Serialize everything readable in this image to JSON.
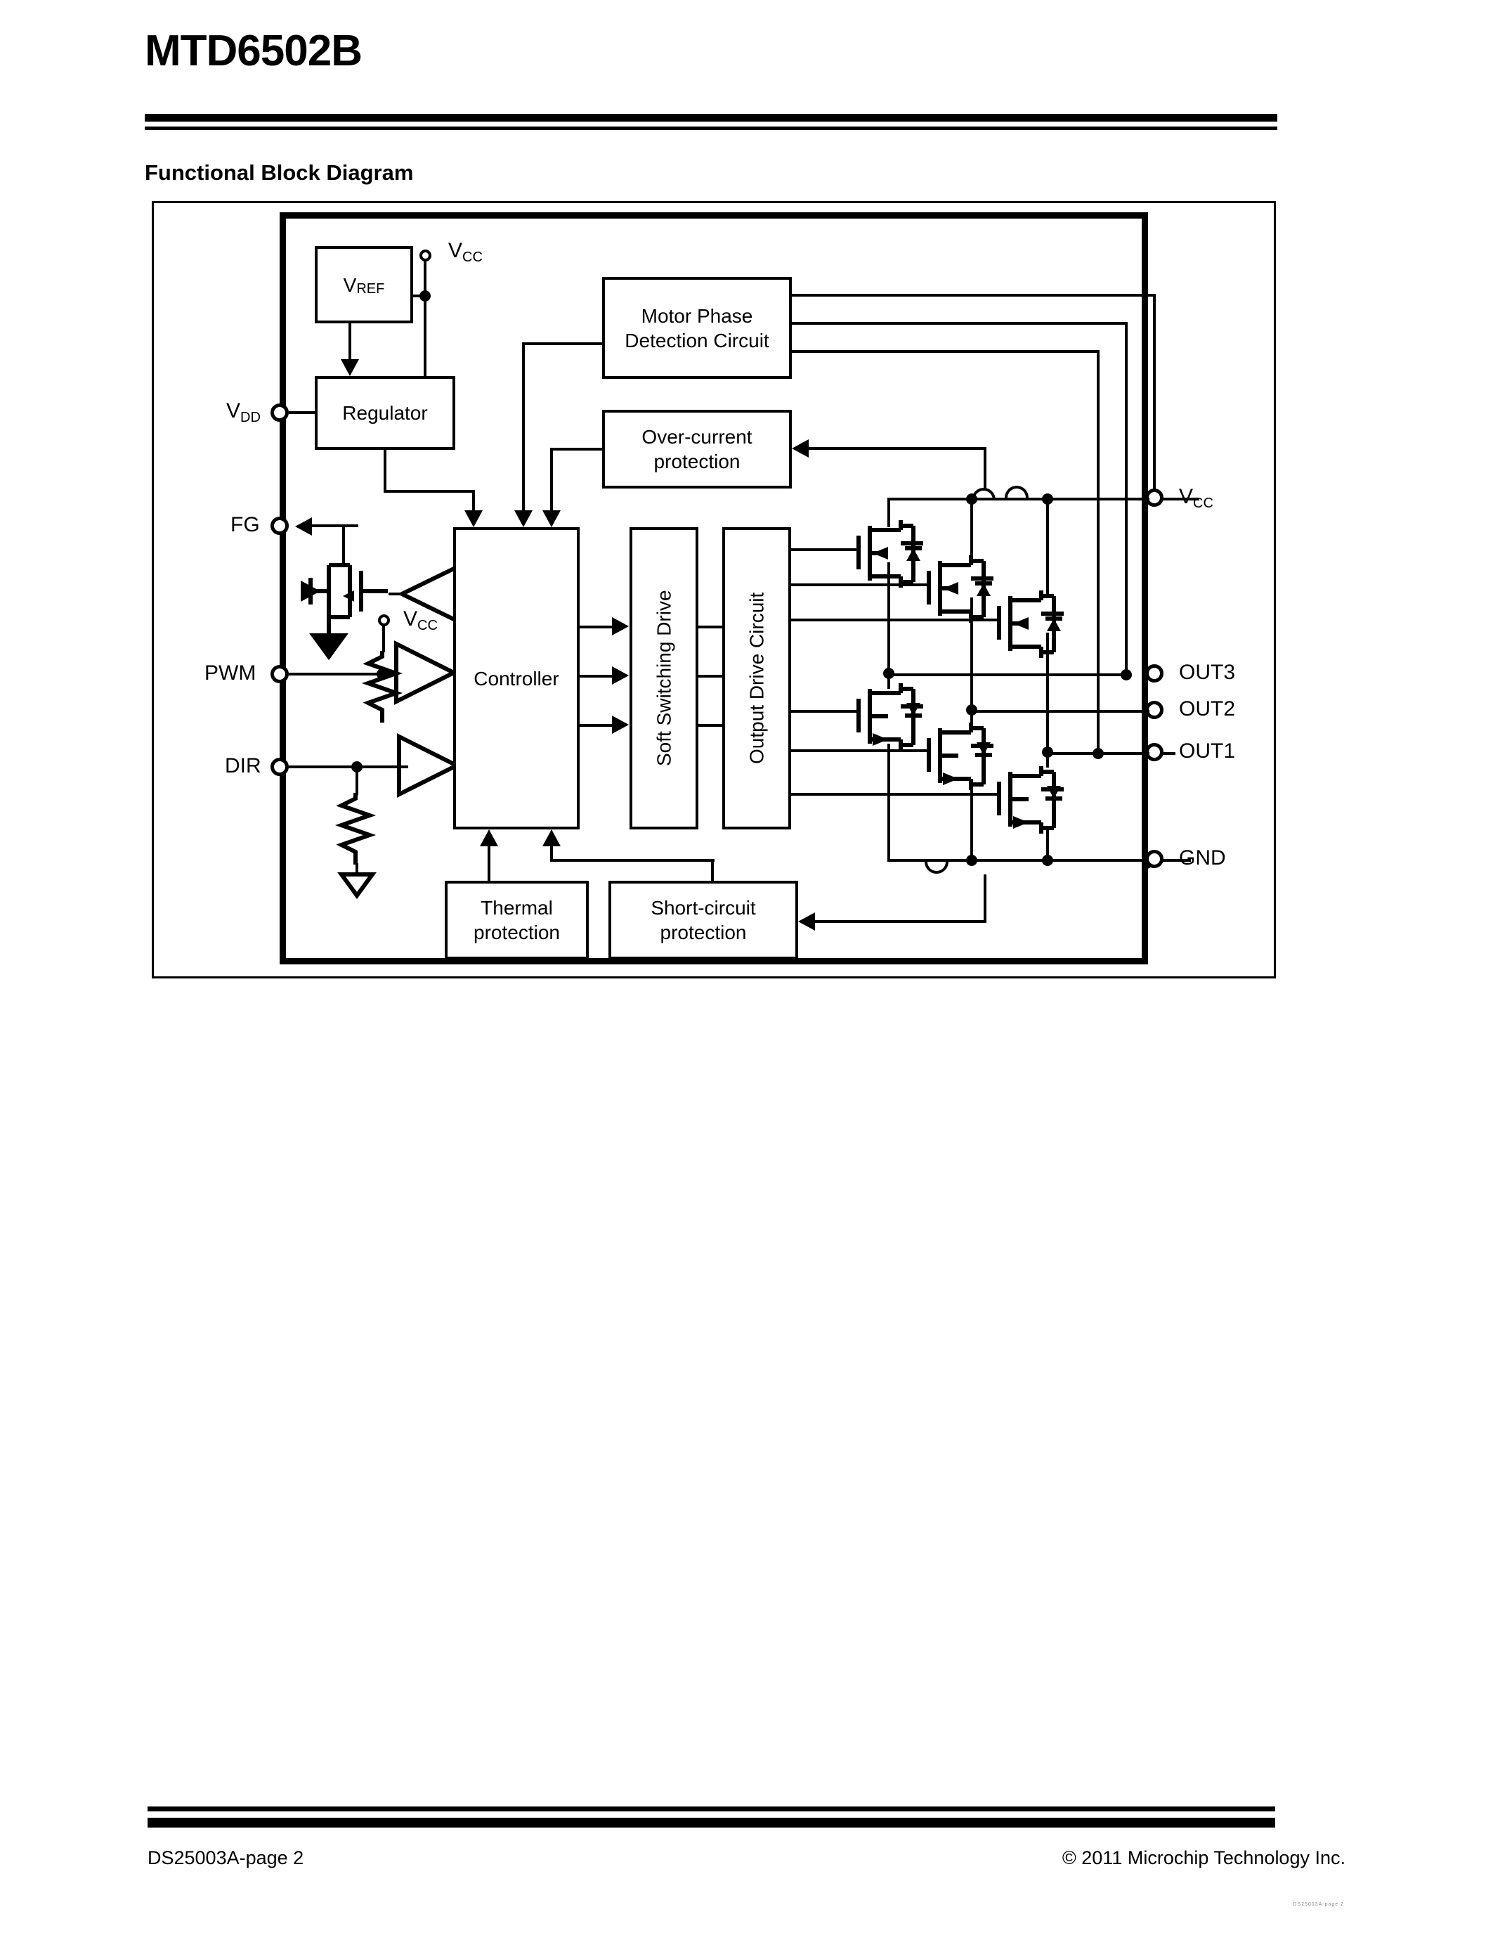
{
  "document": {
    "part_number": "MTD6502B",
    "section_title": "Functional Block Diagram",
    "footer_left": "DS25003A-page 2",
    "footer_right": "© 2011 Microchip Technology Inc.",
    "footer_code": "DS25003A-page 2"
  },
  "diagram": {
    "type": "functional-block-diagram",
    "blocks": [
      {
        "id": "vref",
        "label": "V",
        "label_sub": "REF",
        "orientation": "horizontal"
      },
      {
        "id": "regulator",
        "label": "Regulator",
        "orientation": "horizontal"
      },
      {
        "id": "motor_phase",
        "label": "Motor Phase\nDetection Circuit",
        "line1": "Motor Phase",
        "line2": "Detection Circuit",
        "orientation": "horizontal"
      },
      {
        "id": "overcurrent",
        "label": "Over-current\nprotection",
        "line1": "Over-current",
        "line2": "protection",
        "orientation": "horizontal"
      },
      {
        "id": "controller",
        "label": "Controller",
        "orientation": "horizontal"
      },
      {
        "id": "soft_switch",
        "label": "Soft Switching Drive",
        "orientation": "vertical"
      },
      {
        "id": "output_drive",
        "label": "Output Drive Circuit",
        "orientation": "vertical"
      },
      {
        "id": "thermal",
        "label": "Thermal\nprotection",
        "line1": "Thermal",
        "line2": "protection",
        "orientation": "horizontal"
      },
      {
        "id": "shortcircuit",
        "label": "Short-circuit\nprotection",
        "line1": "Short-circuit",
        "line2": "protection",
        "orientation": "horizontal"
      }
    ],
    "pins_left": [
      {
        "id": "vdd",
        "label": "V",
        "label_sub": "DD"
      },
      {
        "id": "fg",
        "label": "FG",
        "label_sub": ""
      },
      {
        "id": "pwm",
        "label": "PWM",
        "label_sub": ""
      },
      {
        "id": "dir",
        "label": "DIR",
        "label_sub": ""
      }
    ],
    "pins_right": [
      {
        "id": "vcc_right",
        "label": "V",
        "label_sub": "CC"
      },
      {
        "id": "out3",
        "label": "OUT3",
        "label_sub": ""
      },
      {
        "id": "out2",
        "label": "OUT2",
        "label_sub": ""
      },
      {
        "id": "out1",
        "label": "OUT1",
        "label_sub": ""
      },
      {
        "id": "gnd",
        "label": "GND",
        "label_sub": ""
      }
    ],
    "supply_nodes": [
      {
        "id": "vcc_top",
        "label": "V",
        "label_sub": "CC"
      },
      {
        "id": "vcc_pwm",
        "label": "V",
        "label_sub": "CC"
      }
    ],
    "output_stage": {
      "high_side_count": 3,
      "low_side_count": 3,
      "device_type": "MOSFET with body diode"
    }
  },
  "colors": {
    "ink": "#000000",
    "paper": "#ffffff"
  }
}
